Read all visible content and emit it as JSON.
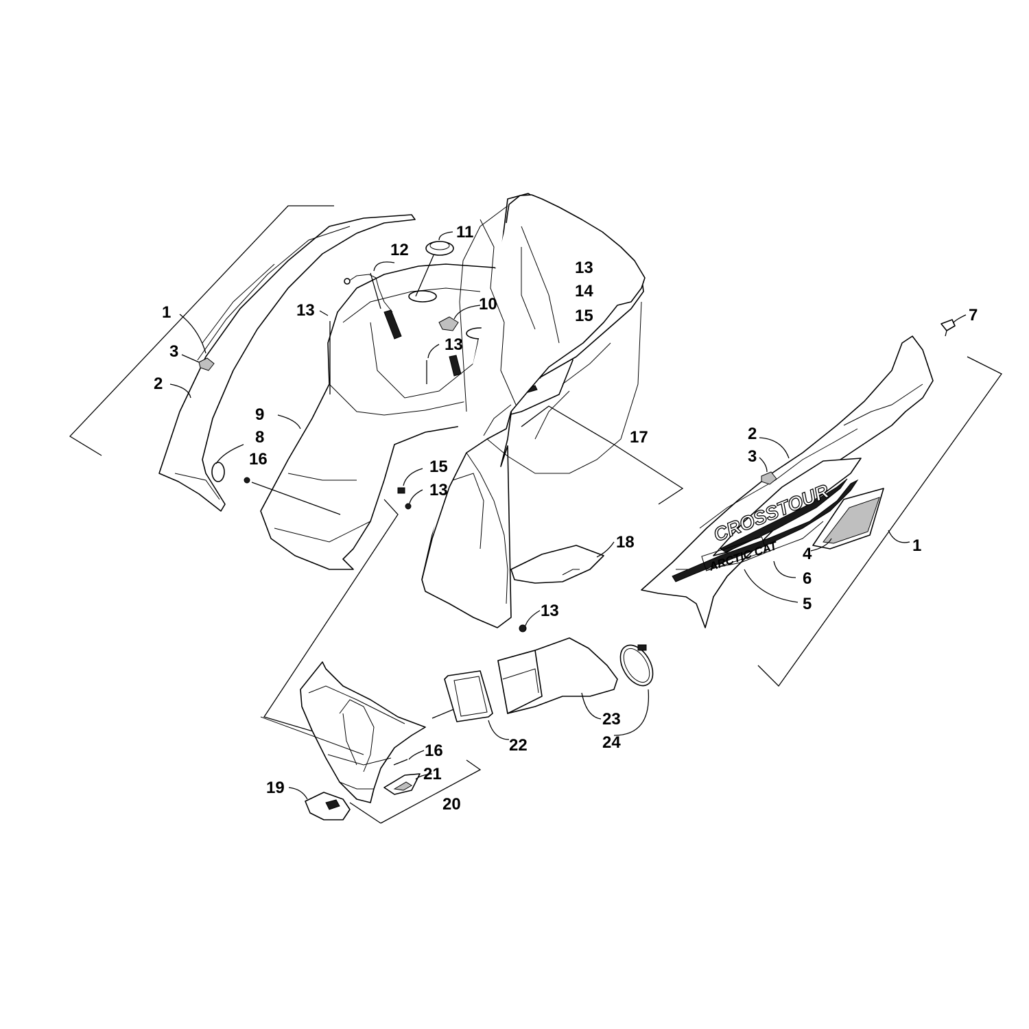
{
  "callouts": [
    {
      "id": "c1a",
      "label": "1"
    },
    {
      "id": "c2a",
      "label": "2"
    },
    {
      "id": "c3a",
      "label": "3"
    },
    {
      "id": "c8",
      "label": "8"
    },
    {
      "id": "c16a",
      "label": "16"
    },
    {
      "id": "c9",
      "label": "9"
    },
    {
      "id": "c13a",
      "label": "13"
    },
    {
      "id": "c12",
      "label": "12"
    },
    {
      "id": "c11",
      "label": "11"
    },
    {
      "id": "c10",
      "label": "10"
    },
    {
      "id": "c13b",
      "label": "13"
    },
    {
      "id": "c13c",
      "label": "13"
    },
    {
      "id": "c14",
      "label": "14"
    },
    {
      "id": "c15a",
      "label": "15"
    },
    {
      "id": "c15b",
      "label": "15"
    },
    {
      "id": "c13d",
      "label": "13"
    },
    {
      "id": "c17",
      "label": "17"
    },
    {
      "id": "c18",
      "label": "18"
    },
    {
      "id": "c13e",
      "label": "13"
    },
    {
      "id": "c7",
      "label": "7"
    },
    {
      "id": "c2b",
      "label": "2"
    },
    {
      "id": "c3b",
      "label": "3"
    },
    {
      "id": "c4",
      "label": "4"
    },
    {
      "id": "c1b",
      "label": "1"
    },
    {
      "id": "c6",
      "label": "6"
    },
    {
      "id": "c5",
      "label": "5"
    },
    {
      "id": "c22",
      "label": "22"
    },
    {
      "id": "c23",
      "label": "23"
    },
    {
      "id": "c24",
      "label": "24"
    },
    {
      "id": "c16b",
      "label": "16"
    },
    {
      "id": "c21",
      "label": "21"
    },
    {
      "id": "c19",
      "label": "19"
    },
    {
      "id": "c20",
      "label": "20"
    }
  ],
  "decals": {
    "model_name": "CROSSTOUR",
    "brand_name": "ARCTIC CAT"
  }
}
